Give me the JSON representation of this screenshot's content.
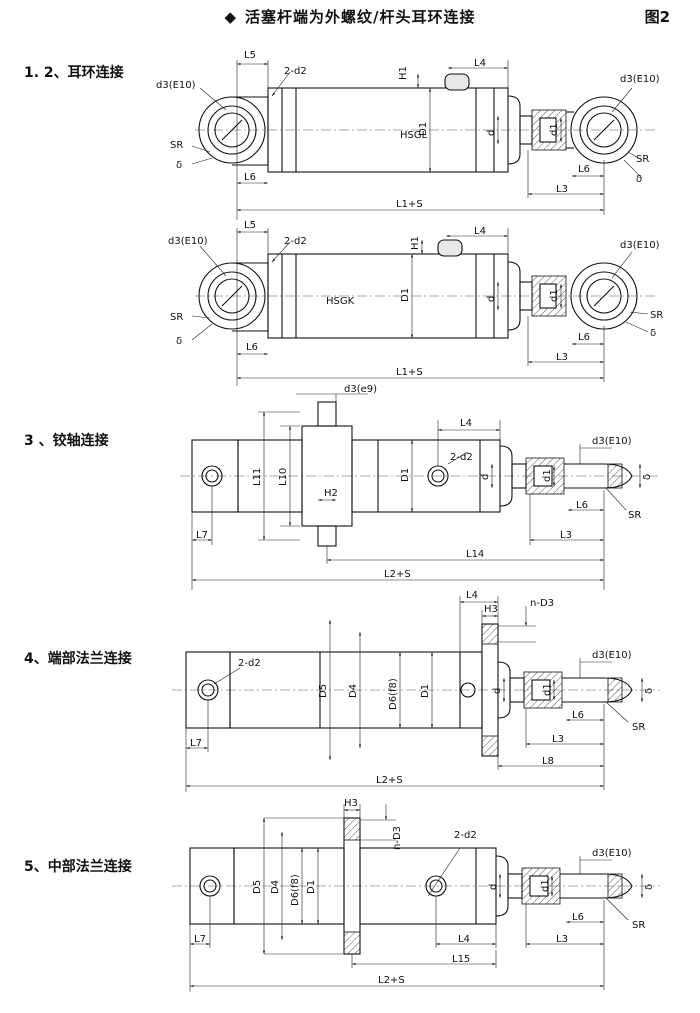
{
  "header": {
    "title": "活塞杆端为外螺纹/杆头耳环连接",
    "figure": "图2",
    "bullet": "◆"
  },
  "sections": [
    {
      "label": "1. 2、耳环连接"
    },
    {
      "label": "3 、铰轴连接"
    },
    {
      "label": "4、端部法兰连接"
    },
    {
      "label": "5、中部法兰连接"
    }
  ],
  "diagram1": {
    "model": "HSGL",
    "labels": {
      "L5": "L5",
      "d2": "2-d2",
      "H1": "H1",
      "L4": "L4",
      "d3": "d3(E10)",
      "d3r": "d3(E10)",
      "D1": "D1",
      "d": "d",
      "d1": "d1",
      "SR": "SR",
      "delta": "δ",
      "SRr": "SR",
      "deltar": "δ",
      "L6": "L6",
      "L6r": "L6",
      "L3": "L3",
      "L1S": "L1+S"
    }
  },
  "diagram2": {
    "model": "HSGK",
    "labels": {
      "L5": "L5",
      "d2": "2-d2",
      "H1": "H1",
      "L4": "L4",
      "d3": "d3(E10)",
      "d3r": "d3(E10)",
      "D1": "D1",
      "d": "d",
      "d1": "d1",
      "SR": "SR",
      "delta": "δ",
      "SRr": "SR",
      "deltar": "δ",
      "L6": "L6",
      "L6r": "L6",
      "L3": "L3",
      "L1S": "L1+S"
    }
  },
  "diagram3": {
    "labels": {
      "d3e9": "d3(e9)",
      "L4": "L4",
      "d2": "2-d2",
      "L11": "L11",
      "L10": "L10",
      "H2": "H2",
      "D1": "D1",
      "d": "d",
      "d1": "d1",
      "d3": "d3(E10)",
      "delta": "δ",
      "SR": "SR",
      "L6": "L6",
      "L7": "L7",
      "L3": "L3",
      "L14": "L14",
      "L2S": "L2+S"
    }
  },
  "diagram4": {
    "labels": {
      "L4": "L4",
      "H3": "H3",
      "nD3": "n-D3",
      "d2": "2-d2",
      "D5": "D5",
      "D4": "D4",
      "D6": "D6(f8)",
      "D1": "D1",
      "d": "d",
      "d1": "d1",
      "d3": "d3(E10)",
      "delta": "δ",
      "SR": "SR",
      "L6": "L6",
      "L7": "L7",
      "L3": "L3",
      "L8": "L8",
      "L2S": "L2+S"
    }
  },
  "diagram5": {
    "labels": {
      "H3": "H3",
      "nD3": "n-D3",
      "d2": "2-d2",
      "D5": "D5",
      "D4": "D4",
      "D6": "D6(f8)",
      "D1": "D1",
      "d": "d",
      "d1": "d1",
      "d3": "d3(E10)",
      "delta": "δ",
      "SR": "SR",
      "L6": "L6",
      "L7": "L7",
      "L4": "L4",
      "L3": "L3",
      "L15": "L15",
      "L2S": "L2+S"
    }
  }
}
